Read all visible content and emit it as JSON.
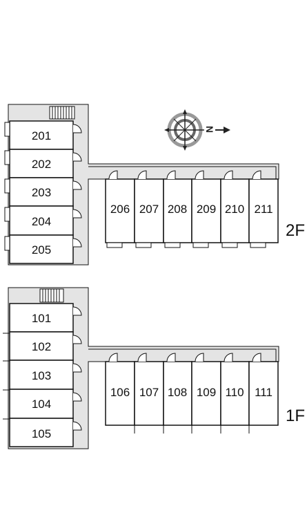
{
  "compass": {
    "letter": "N"
  },
  "floors": [
    {
      "label": "2F",
      "left_units": [
        "201",
        "202",
        "203",
        "204",
        "205"
      ],
      "right_units": [
        "206",
        "207",
        "208",
        "209",
        "210",
        "211"
      ]
    },
    {
      "label": "1F",
      "left_units": [
        "101",
        "102",
        "103",
        "104",
        "105"
      ],
      "right_units": [
        "106",
        "107",
        "108",
        "109",
        "110",
        "111"
      ]
    }
  ],
  "colors": {
    "corridor": "#e4e4e4",
    "line": "#111111",
    "compass_ring": "#999999"
  }
}
